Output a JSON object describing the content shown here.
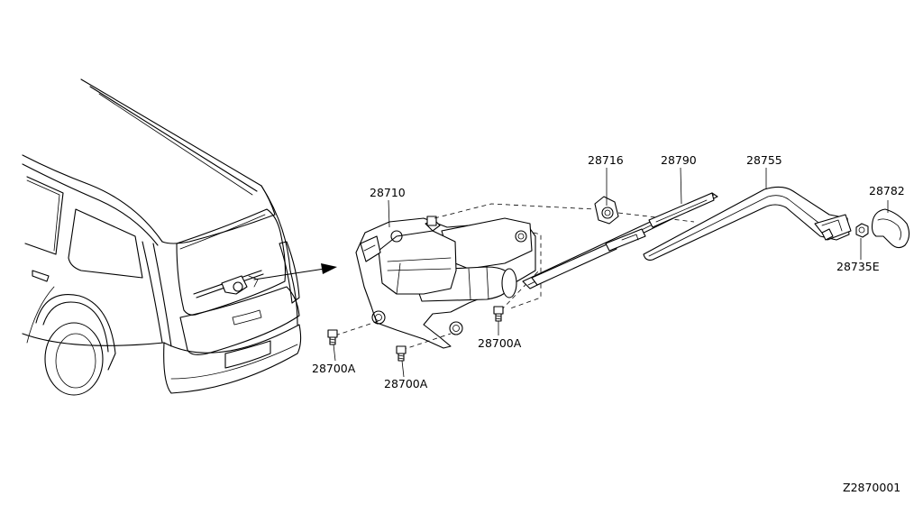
{
  "parts": {
    "motor": "28710",
    "pivot_cap": "28716",
    "blade": "28790",
    "arm": "28755",
    "arm_cover": "28782",
    "nut": "28735E",
    "bolt_left": "28700A",
    "bolt_center": "28700A",
    "bolt_right": "28700A"
  },
  "diagram_code": "Z2870001"
}
